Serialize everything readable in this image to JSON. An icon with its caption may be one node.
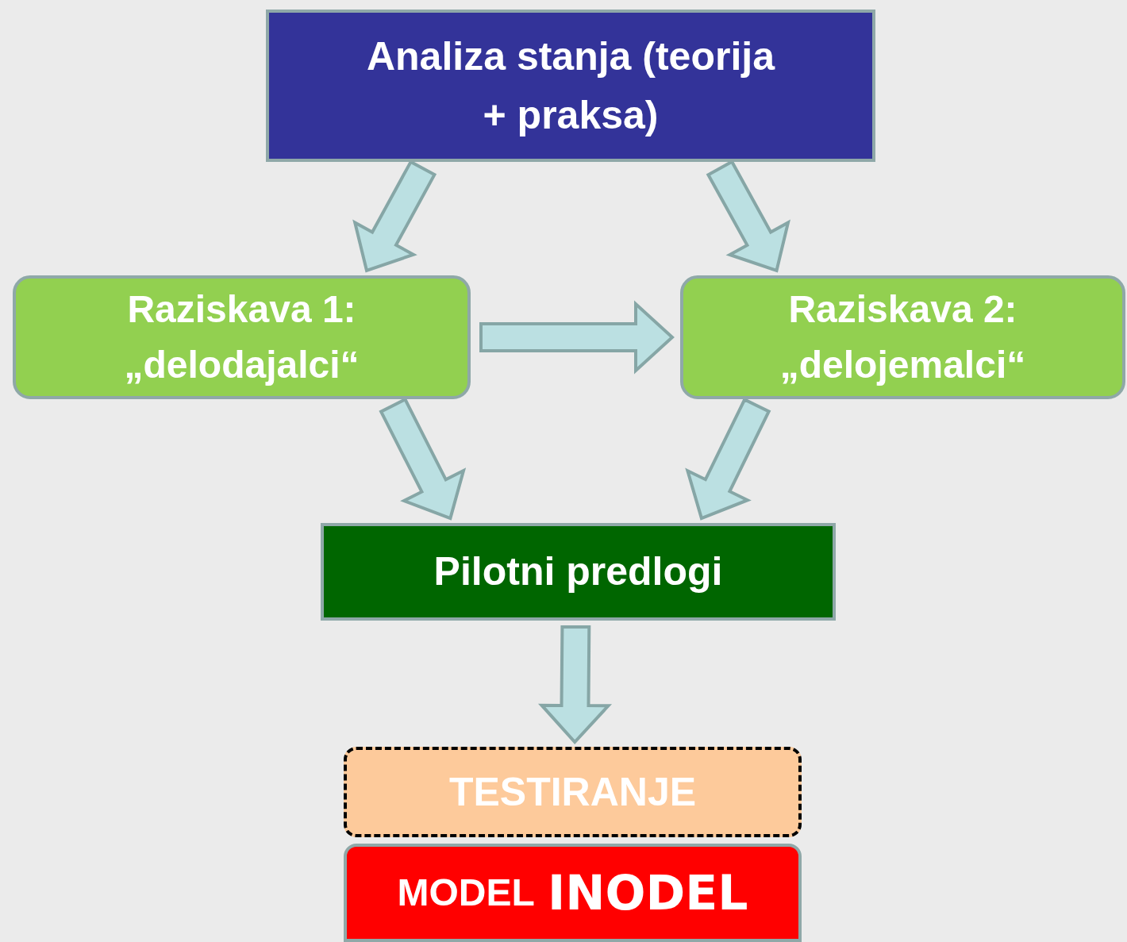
{
  "diagram": {
    "nodes": [
      {
        "text": [
          "Analiza stanja (teorija + praksa)"
        ]
      },
      {
        "text": [
          "Raziskava 1: „delodajalci“"
        ]
      },
      {
        "text": [
          "Raziskava 2: „delojemalci“"
        ]
      },
      {
        "text": [
          "Pilotni predlogi"
        ]
      },
      {
        "text": [
          "TESTIRANJE"
        ]
      },
      {
        "text": [
          "MODEL",
          "INODEL"
        ]
      }
    ],
    "edges": [
      {
        "from": 0,
        "to": 1,
        "arrow": "to"
      },
      {
        "from": 0,
        "to": 2,
        "arrow": "to"
      },
      {
        "from": 1,
        "to": 2,
        "arrow": "to"
      },
      {
        "from": 1,
        "to": 3,
        "arrow": "to"
      },
      {
        "from": 2,
        "to": 3,
        "arrow": "to"
      },
      {
        "from": 3,
        "to": 4,
        "arrow": "to"
      }
    ]
  }
}
